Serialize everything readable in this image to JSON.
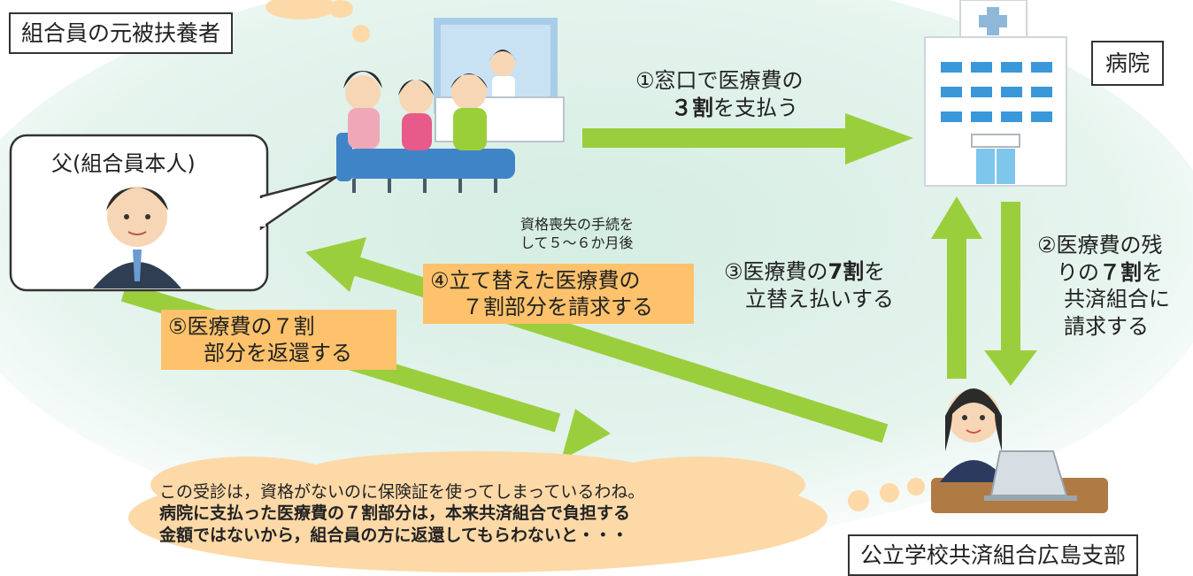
{
  "labels": {
    "family": "組合員の元被扶養者",
    "hospital": "病院",
    "branch": "公立学校共済組合広島支部",
    "father": "父(組合員本人)"
  },
  "steps": {
    "s1_line1": "①窓口で医療費の",
    "s1_num": "３割",
    "s1_rest": "を支払う",
    "s2_line1": "②医療費の残",
    "s2_pre": "りの",
    "s2_num": "７割",
    "s2_post": "を",
    "s2_line3": "共済組合に",
    "s2_line4": "請求する",
    "s3_pre": "③医療費の",
    "s3_num": "7割",
    "s3_post": "を",
    "s3_line2": "立替え払いする",
    "note_line1": "資格喪失の手続を",
    "note_line2": "して５～６か月後",
    "s4_line1": "④立て替えた医療費の",
    "s4_line2": "７割部分を請求する",
    "s5_line1": "⑤医療費の７割",
    "s5_line2": "部分を返還する"
  },
  "thought": {
    "line1": "この受診は，資格がないのに保険証を使ってしまっているわね。",
    "line2": "病院に支払った医療費の７割部分は，本来共済組合で負担する",
    "line3": "金額ではないから，組合員の方に返還してもらわないと・・・"
  },
  "colors": {
    "arrow": "#9bce3c",
    "highlight": "#fdc26b",
    "background_glow": "#d9efe6",
    "bubble": "#fdd9a8"
  }
}
